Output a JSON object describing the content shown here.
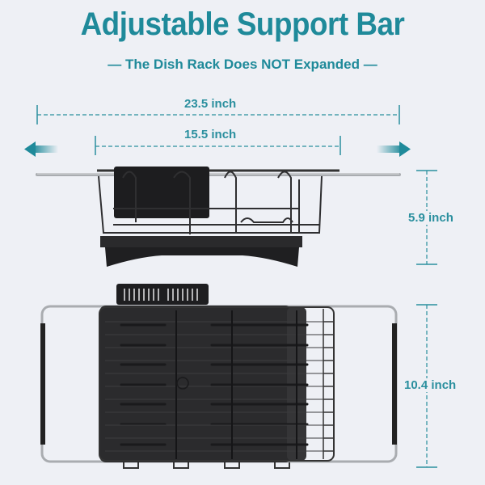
{
  "header": {
    "title": "Adjustable Support Bar",
    "subtitle": "— The Dish Rack Does NOT Expanded —"
  },
  "dimensions": {
    "expanded_width": "23.5 inch",
    "rack_width": "15.5 inch",
    "height": "5.9 inch",
    "depth": "10.4 inch"
  },
  "icons": {
    "left_arrow": "arrow-left-icon",
    "right_arrow": "arrow-right-icon"
  },
  "colors": {
    "accent": "#1f8a9a",
    "background": "#eef0f5",
    "rack": "#2a2a2c"
  }
}
